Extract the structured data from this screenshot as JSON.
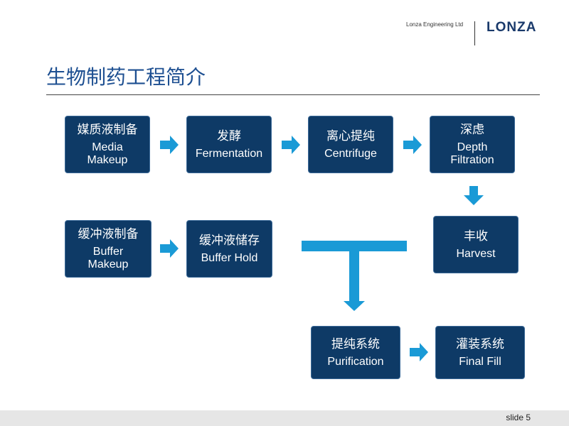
{
  "header": {
    "company": "Lonza Engineering Ltd",
    "logo": "LONZA"
  },
  "page": {
    "title": "生物制药工程简介"
  },
  "diagram": {
    "nodes": {
      "media": {
        "zh": "媒质液制备",
        "en_line1": "Media",
        "en_line2": "Makeup"
      },
      "ferm": {
        "zh": "发酵",
        "en_line1": "Fermentation",
        "en_line2": ""
      },
      "cent": {
        "zh": "离心提纯",
        "en_line1": "Centrifuge",
        "en_line2": ""
      },
      "depth": {
        "zh": "深虑",
        "en_line1": "Depth",
        "en_line2": "Filtration"
      },
      "harvest": {
        "zh": "丰收",
        "en_line1": "Harvest",
        "en_line2": ""
      },
      "buffer": {
        "zh": "缓冲液制备",
        "en_line1": "Buffer",
        "en_line2": "Makeup"
      },
      "hold": {
        "zh": "缓冲液储存",
        "en_line1": "Buffer Hold",
        "en_line2": ""
      },
      "purif": {
        "zh": "提纯系统",
        "en_line1": "Purification",
        "en_line2": ""
      },
      "fill": {
        "zh": "灌装系统",
        "en_line1": "Final Fill",
        "en_line2": ""
      }
    },
    "colors": {
      "box": "#0e3a66",
      "arrow": "#1a9ad6"
    }
  },
  "footer": {
    "slide": "slide 5"
  }
}
